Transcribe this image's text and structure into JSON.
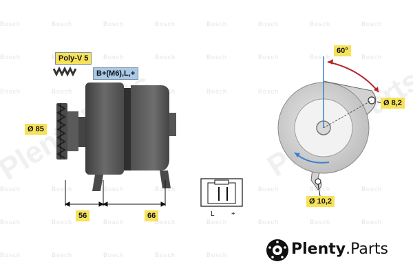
{
  "watermark": {
    "brand": "Bosch",
    "site": "Plenty.Parts"
  },
  "labels": {
    "belt": "Poly-V 5",
    "terminal": "B+(M6),L,+",
    "pulley_dia": "Ø 85",
    "dim_56": "56",
    "dim_66": "66",
    "angle": "60°",
    "hole_dia": "Ø 8,2",
    "bottom_hole": "Ø 10,2",
    "conn_l": "L",
    "conn_plus": "+"
  },
  "logo": {
    "brand_bold": "Plenty",
    "brand_rest": ".Parts"
  },
  "colors": {
    "label_yellow": "#f6e25a",
    "terminal_blue": "#a9c9e6",
    "arrow_red": "#b3262a",
    "housing_gray": "#5c5c5c",
    "arrow_blue": "#3c7fd0"
  }
}
